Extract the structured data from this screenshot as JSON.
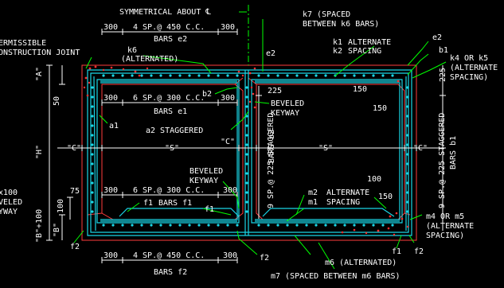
{
  "labels": {
    "symmetrical": "SYMMETRICAL ABOUT ℄",
    "permissible_1": "ERMISSIBLE",
    "permissible_2": "ONSTRUCTION JOINT",
    "dim_300_tl": "300",
    "dim_450_top": "4 SP.@ 450 C.C.",
    "dim_300_tr": "300",
    "bars_e2": "BARS e2",
    "k6": "k6",
    "k6_alt": "(ALTERNATED)",
    "e2_mid": "e2",
    "k7": "k7 (SPACED",
    "k7_2": "BETWEEN k6 BARS)",
    "k1": "k1",
    "k2": "k2",
    "alternate": "ALTERNATE",
    "spacing": "SPACING",
    "e2_right": "e2",
    "b1_right": "b1",
    "k4_1": "k4 OR k5",
    "k4_2": "(ALTERNATE",
    "k4_3": "SPACING)",
    "A": "\"A\"",
    "fifty": "50",
    "dim_300_ml": "300",
    "dim_300_mid": "6 SP.@ 300 C.C.",
    "dim_300_mr": "300",
    "bars_e1": "BARS e1",
    "b2": "b2",
    "d225": "225",
    "beveled1": "BEVELED",
    "keyway1": "KEYWAY",
    "d150a": "150",
    "d150b": "150",
    "d225r": "225",
    "a1": "a1",
    "a2": "a2 STAGGERED",
    "H": "\"H\"",
    "C_left": "\"C\"",
    "S_left": "\"S\"",
    "C_mid": "\"C\"",
    "S_right": "\"S\"",
    "C_right": "\"C\"",
    "stag_mid": "9 SP.@ 225 STAGGERED",
    "bars_b2": "BARS b2",
    "stag_right": "9 SP.@ 225 STAGGERED",
    "bars_b1": "BARS b1",
    "x100": "x100",
    "veled": "VELED",
    "yway": "YWAY",
    "seventyfive": "75",
    "beveled2": "BEVELED",
    "keyway2": "KEYWAY",
    "dim_300_bl": "300",
    "dim_300_bmid": "6 SP.@ 300 C.C.",
    "dim_300_br": "300",
    "f1_a": "f1",
    "bars_f1": "BARS f1",
    "hundred": "100",
    "m2": "m2",
    "m1": "m1",
    "alt2": "ALTERNATE",
    "spacing2": "SPACING",
    "d100": "100",
    "d150c": "150",
    "B": "\"B\"",
    "B100": "\"B\"+100",
    "f1_b": "f1",
    "m4_1": "m4 OR m5",
    "m4_2": "(ALTERNATE",
    "m4_3": "SPACING)",
    "f2_left": "f2",
    "f2_mid": "f2",
    "m6": "m6 (ALTERNATED)",
    "f1_r": "f1",
    "f2_r": "f2",
    "dim_300_bot_l": "300",
    "dim_450_bot": "4 SP.@ 450 C.C.",
    "dim_300_bot_r": "300",
    "bars_f2": "BARS f2",
    "m7": "m7 (SPACED BETWEEN m6 BARS)"
  }
}
